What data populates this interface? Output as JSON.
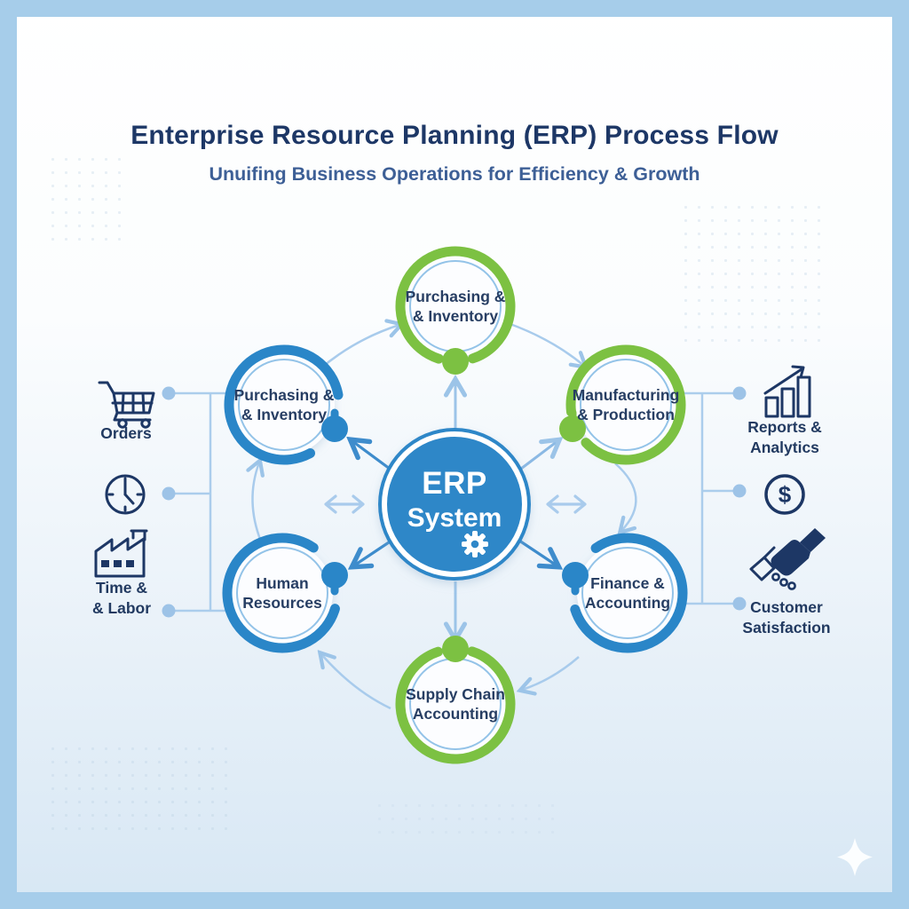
{
  "header": {
    "title": "Enterprise Resource Planning (ERP) Process Flow",
    "subtitle": "Unuifing Business Operations for Efficiency & Growth"
  },
  "center": {
    "line1": "ERP",
    "line2": "System",
    "icon": "gear-icon"
  },
  "nodes": [
    {
      "id": "purchasing-inventory-top",
      "line1": "Purchasing &",
      "line2": "& Inventory",
      "ring_color": "green"
    },
    {
      "id": "purchasing-inventory-left",
      "line1": "Purchasing &",
      "line2": "& Inventory",
      "ring_color": "blue"
    },
    {
      "id": "manufacturing-production",
      "line1": "Manufacturing",
      "line2": "& Production",
      "ring_color": "green"
    },
    {
      "id": "human-resources",
      "line1": "Human",
      "line2": "Resources",
      "ring_color": "blue"
    },
    {
      "id": "finance-accounting",
      "line1": "Finance &",
      "line2": "Accounting",
      "ring_color": "blue"
    },
    {
      "id": "supply-chain-accounting",
      "line1": "Supply Chain",
      "line2": "Accounting",
      "ring_color": "green"
    }
  ],
  "left_items": [
    {
      "icon": "shopping-cart-icon",
      "line1": "Orders",
      "line2": ""
    },
    {
      "icon": "clock-icon",
      "line1": "",
      "line2": ""
    },
    {
      "icon": "factory-icon",
      "line1": "Time &",
      "line2": "& Labor"
    }
  ],
  "right_items": [
    {
      "icon": "bar-chart-icon",
      "line1": "Reports &",
      "line2": "Analytics"
    },
    {
      "icon": "dollar-icon",
      "symbol": "$",
      "line1": "",
      "line2": ""
    },
    {
      "icon": "handshake-icon",
      "line1": "Customer",
      "line2": "Satisfaction"
    }
  ],
  "colors": {
    "frame": "#a6cdea",
    "center_blue": "#2e87c8",
    "ring_blue": "#2a86c8",
    "ring_green": "#7cc142",
    "icon_navy": "#1d3765",
    "arrow_light": "#9cc4e8",
    "arrow_medium": "#3e8ccc",
    "title_navy": "#1d3766",
    "subtitle_blue": "#3d5f96"
  }
}
